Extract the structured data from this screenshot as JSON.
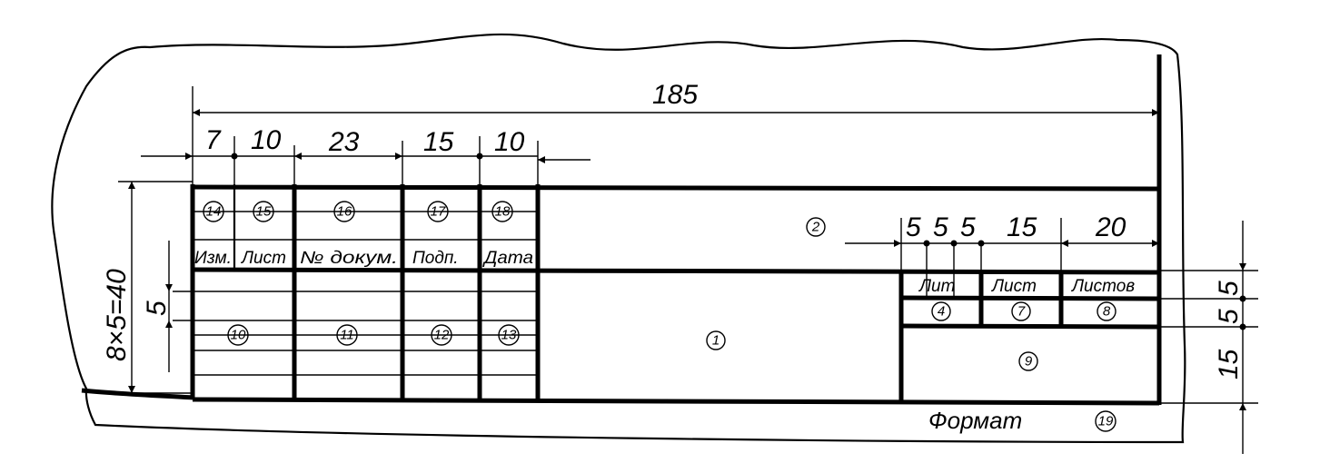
{
  "dimensions": {
    "total_width": "185",
    "col_izm": "7",
    "col_list": "10",
    "col_dokum": "23",
    "col_podp": "15",
    "col_data": "10",
    "lit_a": "5",
    "lit_b": "5",
    "lit_c": "5",
    "col_sheet": "15",
    "col_sheets": "20",
    "left_height": "8×5=40",
    "row_height": "5",
    "right_row1": "5",
    "right_row2": "5",
    "right_row3": "15"
  },
  "headers": {
    "izm": "Изм.",
    "list": "Лист",
    "dokum": "№ докум.",
    "podp": "Подп.",
    "data": "Дата",
    "lit": "Лит",
    "list2": "Лист",
    "listov": "Листов",
    "format": "Формат"
  },
  "fields": {
    "f1": "1",
    "f2": "2",
    "f4": "4",
    "f7": "7",
    "f8": "8",
    "f9": "9",
    "f10": "10",
    "f11": "11",
    "f12": "12",
    "f13": "13",
    "f14": "14",
    "f15": "15",
    "f16": "16",
    "f17": "17",
    "f18": "18",
    "f19": "19"
  }
}
